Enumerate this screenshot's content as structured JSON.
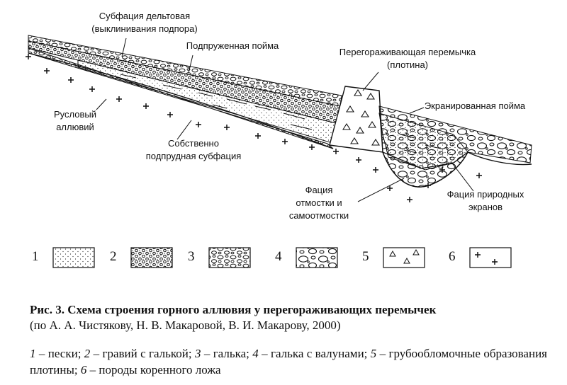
{
  "labels": {
    "delta_1": "Субфация дельтовая",
    "delta_2": "(выклинивания подпора)",
    "dammed_floodplain": "Подпруженная пойма",
    "dam_1": "Перегораживающая перемычка",
    "dam_2": "(плотина)",
    "shielded_floodplain": "Экранированная пойма",
    "channel_1": "Русловый",
    "channel_2": "аллювий",
    "proper_1": "Собственно",
    "proper_2": "подпрудная субфация",
    "talus_1": "Фация",
    "talus_2": "отмостки и",
    "talus_3": "самоотмостки",
    "screens_1": "Фация природных",
    "screens_2": "экранов"
  },
  "legend_numbers": [
    "1",
    "2",
    "3",
    "4",
    "5",
    "6"
  ],
  "caption": {
    "title": "Рис. 3. Схема строения горного аллювия у перегораживающих перемычек",
    "source": "(по А. А. Чистякову, Н. В. Макаровой, В. И. Макарову, 2000)"
  },
  "legend_items": [
    {
      "num": "1",
      "text": " – пески; "
    },
    {
      "num": "2",
      "text": " – гравий с галькой; "
    },
    {
      "num": "3",
      "text": " – галька; "
    },
    {
      "num": "4",
      "text": " – галька с валунами; "
    },
    {
      "num": "5",
      "text": " – грубообломочные образования плотины; "
    },
    {
      "num": "6",
      "text": " – породы коренного ложа"
    }
  ]
}
